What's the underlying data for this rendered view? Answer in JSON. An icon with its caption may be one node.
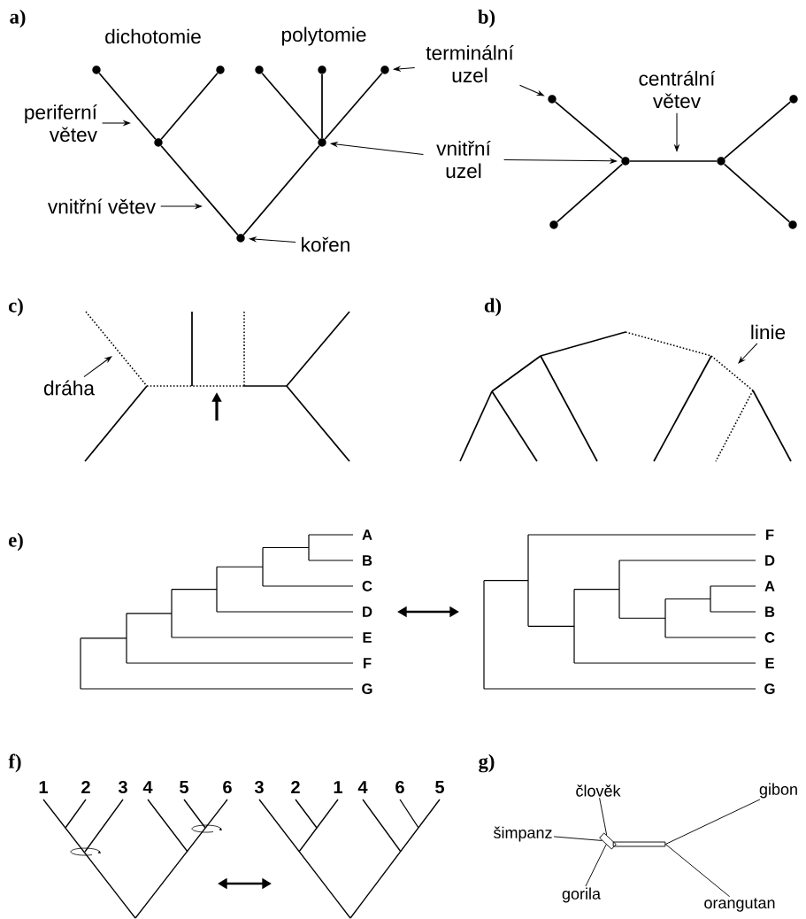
{
  "diagram": {
    "nodes": [
      {
        "text": [],
        "shape": "circle"
      },
      {
        "text": [],
        "shape": "circle"
      },
      {
        "text": [],
        "shape": "circle"
      },
      {
        "text": [],
        "shape": "circle"
      },
      {
        "text": [],
        "shape": "circle"
      },
      {
        "text": [],
        "shape": "circle"
      },
      {
        "text": [],
        "shape": "circle"
      },
      {
        "text": [],
        "shape": "circle"
      },
      {
        "text": [
          "periferní větev"
        ]
      },
      {
        "text": [
          "vnitřní větev"
        ]
      },
      {
        "text": [
          "kořen"
        ]
      },
      {
        "text": [
          "terminální uzel"
        ]
      },
      {
        "text": [
          "vnitřní uzel"
        ]
      },
      {
        "text": [
          "centrální větev"
        ]
      },
      {
        "text": [],
        "shape": "circle"
      },
      {
        "text": [],
        "shape": "circle"
      },
      {
        "text": [],
        "shape": "circle"
      },
      {
        "text": [],
        "shape": "circle"
      },
      {
        "text": [],
        "shape": "circle"
      },
      {
        "text": [],
        "shape": "circle"
      },
      {
        "text": [
          "dráha"
        ]
      },
      {
        "text": [
          "linie"
        ]
      },
      {
        "text": [
          "člověk"
        ]
      },
      {
        "text": [
          "gibon"
        ]
      },
      {
        "text": [
          "šimpanz"
        ]
      },
      {
        "text": [
          "gorila"
        ]
      },
      {
        "text": [
          "orangutan"
        ]
      },
      {
        "text": [],
        "shape": "box"
      },
      {
        "text": [],
        "shape": "bar"
      }
    ],
    "edges": [
      {
        "from": 0,
        "to": 5,
        "arrow": "none"
      },
      {
        "from": 1,
        "to": 5,
        "arrow": "none"
      },
      {
        "from": 5,
        "to": 7,
        "arrow": "none"
      },
      {
        "from": 2,
        "to": 6,
        "arrow": "none"
      },
      {
        "from": 3,
        "to": 6,
        "arrow": "none"
      },
      {
        "from": 4,
        "to": 6,
        "arrow": "none"
      },
      {
        "from": 6,
        "to": 7,
        "arrow": "none"
      },
      {
        "from": 14,
        "to": 16,
        "arrow": "none"
      },
      {
        "from": 15,
        "to": 16,
        "arrow": "none"
      },
      {
        "from": 16,
        "to": 17,
        "arrow": "none"
      },
      {
        "from": 17,
        "to": 18,
        "arrow": "none"
      },
      {
        "from": 17,
        "to": 19,
        "arrow": "none"
      },
      {
        "from": 8,
        "to": null,
        "arrow": "to"
      },
      {
        "from": 9,
        "to": null,
        "arrow": "to"
      },
      {
        "from": 10,
        "to": 7,
        "arrow": "to"
      },
      {
        "from": 11,
        "to": 4,
        "arrow": "to"
      },
      {
        "from": 11,
        "to": 14,
        "arrow": "to"
      },
      {
        "from": 12,
        "to": 6,
        "arrow": "to"
      },
      {
        "from": 12,
        "to": 16,
        "arrow": "to"
      },
      {
        "from": 13,
        "to": null,
        "arrow": "to"
      },
      {
        "from": 20,
        "to": null,
        "arrow": "to"
      },
      {
        "from": 21,
        "to": null,
        "arrow": "to"
      },
      {
        "from": 22,
        "to": 27,
        "arrow": "none"
      },
      {
        "from": 24,
        "to": 27,
        "arrow": "none"
      },
      {
        "from": 25,
        "to": 27,
        "arrow": "none"
      },
      {
        "from": 23,
        "to": 28,
        "arrow": "none"
      },
      {
        "from": 26,
        "to": 28,
        "arrow": "none"
      }
    ],
    "labels": [
      "a)",
      "dichotomie",
      "polytomie",
      "b)",
      "c)",
      "d)",
      "e)",
      "A",
      "B",
      "C",
      "D",
      "E",
      "F",
      "G",
      "F",
      "D",
      "A",
      "B",
      "C",
      "E",
      "G",
      "f)",
      "1",
      "2",
      "3",
      "4",
      "5",
      "6",
      "3",
      "2",
      "1",
      "4",
      "6",
      "5",
      "g)"
    ]
  }
}
